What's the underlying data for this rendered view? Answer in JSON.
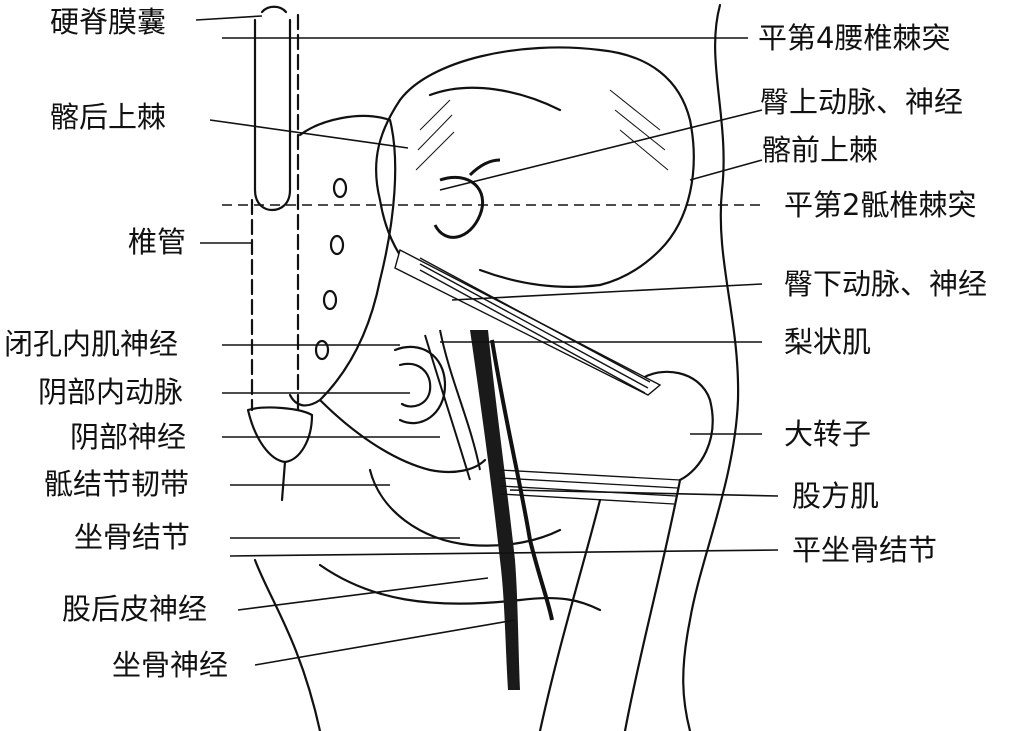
{
  "colors": {
    "ink": "#111111",
    "paper": "#ffffff"
  },
  "labels": {
    "left": [
      "硬脊膜囊",
      "髂后上棘",
      "椎管",
      "闭孔内肌神经",
      "阴部内动脉",
      "阴部神经",
      "骶结节韧带",
      "坐骨结节",
      "股后皮神经",
      "坐骨神经"
    ],
    "right": [
      "平第4腰椎棘突",
      "臀上动脉、神经",
      "髂前上棘",
      "平第2骶椎棘突",
      "臀下动脉、神经",
      "梨状肌",
      "大转子",
      "股方肌",
      "平坐骨结节"
    ]
  }
}
